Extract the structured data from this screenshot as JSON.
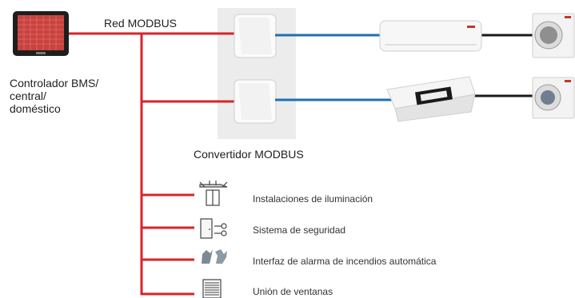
{
  "labels": {
    "network": "Red MODBUS",
    "controller_line1": "Controlador BMS/",
    "controller_line2": "central/",
    "controller_line3": "doméstico",
    "converter": "Convertidor MODBUS"
  },
  "devices": [
    {
      "label": "Instalaciones de iluminación",
      "icon": "lighting-icon"
    },
    {
      "label": "Sistema de seguridad",
      "icon": "security-door-key-icon"
    },
    {
      "label": "Interfaz de alarma de incendios automática",
      "icon": "fire-alarm-icon"
    },
    {
      "label": "Unión de ventanas",
      "icon": "window-blind-icon"
    }
  ],
  "colors": {
    "modbus_line": "#d7242b",
    "indoor_link": "#1f6fae",
    "outdoor_link": "#1a1a1a",
    "converter_panel": "#ececec"
  }
}
